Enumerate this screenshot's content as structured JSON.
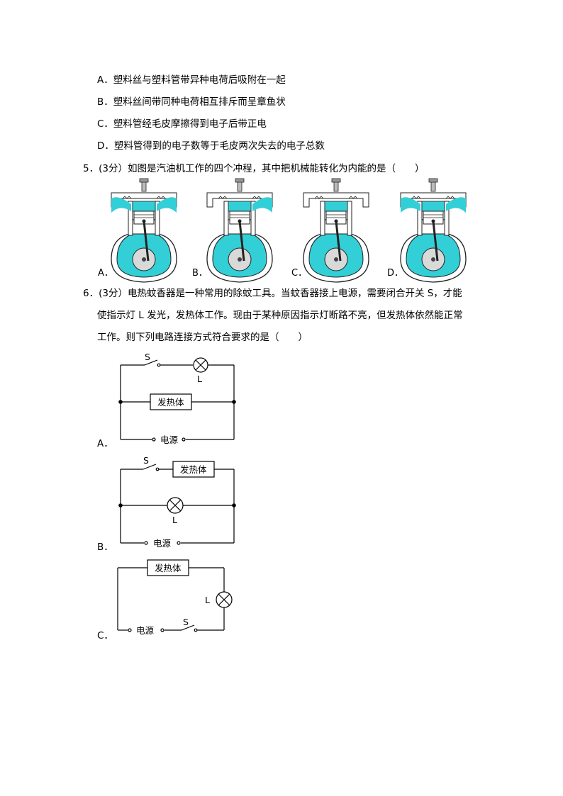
{
  "q4_options": [
    "A．塑料丝与塑料管带异种电荷后吸附在一起",
    "B．塑料丝间带同种电荷相互排斥而呈章鱼状",
    "C．塑料管经毛皮摩擦得到电子后带正电",
    "D．塑料管得到的电子数等于毛皮两次失去的电子总数"
  ],
  "q5": {
    "stem": "5．(3分）如图是汽油机工作的四个冲程，其中把机械能转化为内能的是（　　）",
    "labels": [
      "A．",
      "B．",
      "C．",
      "D．"
    ]
  },
  "q6": {
    "stem_line1": "6．(3分）电热蚊香器是一种常用的除蚊工具。当蚊香器接上电源，需要闭合开关 S，才能",
    "stem_line2": "使指示灯 L 发光，发热体工作。现由于某种原因指示灯断路不亮，但发热体依然能正常",
    "stem_line3": "工作。则下列电路连接方式符合要求的是（　　）",
    "labels": [
      "A．",
      "B．",
      "C．"
    ],
    "circuit_text": {
      "switch": "S",
      "lamp": "L",
      "heater": "发热体",
      "power": "电源"
    }
  },
  "colors": {
    "cyan": "#33cfd6",
    "line": "#000000"
  }
}
